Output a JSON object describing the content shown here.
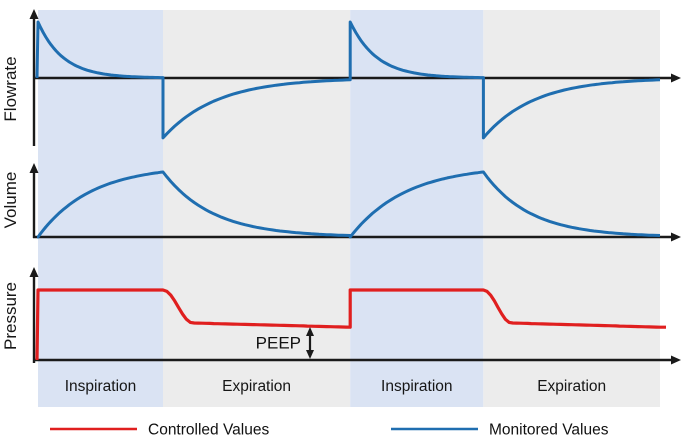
{
  "colors": {
    "monitored": "#1f6eb0",
    "controlled": "#e01f1f",
    "inspiration_bg": "#dae3f3",
    "expiration_bg": "#ececec",
    "axis": "#1a1a1a"
  },
  "legend": {
    "items": [
      {
        "label": "Controlled Values",
        "color_key": "controlled"
      },
      {
        "label": "Monitored Values",
        "color_key": "monitored"
      }
    ]
  },
  "annotations": {
    "peep_label": "PEEP"
  },
  "chart_data": {
    "type": "line",
    "description": "Ventilator waveforms (Flowrate, Volume, Pressure) over two breath cycles with shaded Inspiration/Expiration phases",
    "grid": false,
    "x_axis": {
      "tick_labels": [],
      "unlabeled_time_axis": true
    },
    "panels": [
      {
        "ylabel": "Flowrate",
        "series": "Monitored Values",
        "color_key": "monitored",
        "baseline": 0,
        "behavior": {
          "inspiration": "instant rise to peak flow, exponential decay back to zero",
          "expiration": "instant drop to negative peak flow, exponential return toward zero"
        },
        "params": {
          "peak": 1.0,
          "trough": -1.07,
          "decay_k": 5.0,
          "recover_k": 3.5
        }
      },
      {
        "ylabel": "Volume",
        "series": "Monitored Values",
        "color_key": "monitored",
        "baseline": 0,
        "behavior": {
          "inspiration": "saturating exponential rise to tidal volume peak",
          "expiration": "exponential decay back to zero baseline"
        },
        "params": {
          "peak": 1.0,
          "rise_k": 2.4,
          "fall_k": 3.8
        }
      },
      {
        "ylabel": "Pressure",
        "series": "Controlled Values",
        "color_key": "controlled",
        "baseline": 0,
        "behavior": {
          "inspiration": "instant rise to constant inspiratory plateau pressure",
          "expiration": "sigmoid decay down to PEEP level, held above zero"
        },
        "params": {
          "plateau": 1.0,
          "peep": 0.5,
          "fall_frac": 0.16,
          "peep_drift": 0.06
        }
      }
    ],
    "phases": [
      {
        "label": "Inspiration",
        "type": "inspiration",
        "start_frac": 0.0,
        "end_frac": 0.201
      },
      {
        "label": "Expiration",
        "type": "expiration",
        "start_frac": 0.201,
        "end_frac": 0.502
      },
      {
        "label": "Inspiration",
        "type": "inspiration",
        "start_frac": 0.502,
        "end_frac": 0.716
      },
      {
        "label": "Expiration",
        "type": "expiration",
        "start_frac": 0.716,
        "end_frac": 1.0
      }
    ],
    "annotations": [
      {
        "text": "PEEP",
        "refers_to": "height of end-expiratory pressure plateau above zero baseline, marked with double-headed arrow"
      }
    ]
  }
}
